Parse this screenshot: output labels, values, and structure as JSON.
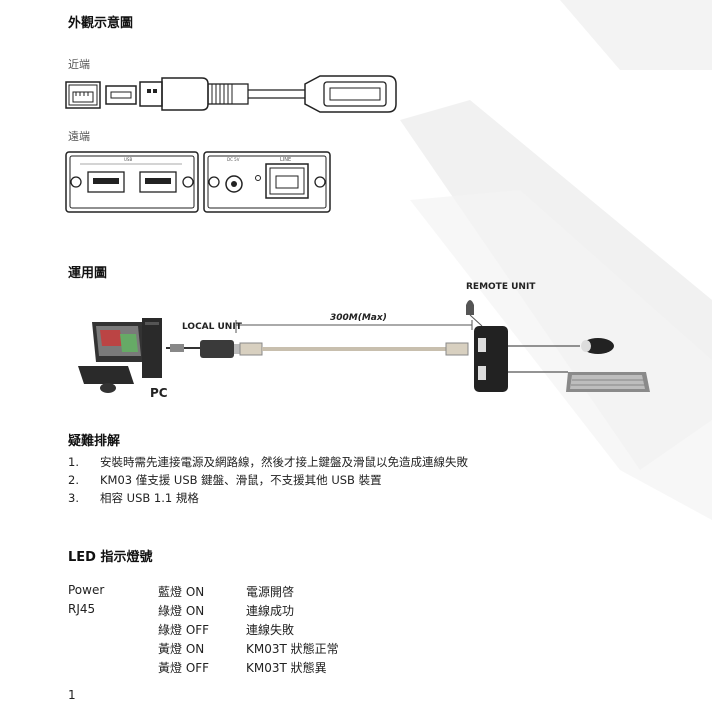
{
  "section_appearance": {
    "title": "外觀示意圖",
    "near_label": "近端",
    "far_label": "遠端",
    "panel_usb_label": "USB",
    "panel_dc_label": "DC 5V",
    "panel_line_label": "LINE"
  },
  "section_application": {
    "title": "運用圖",
    "remote_unit": "REMOTE UNIT",
    "local_unit": "LOCAL UNIT",
    "distance": "300M(Max)",
    "pc": "PC"
  },
  "section_trouble": {
    "title": "疑難排解",
    "items": [
      {
        "num": "1.",
        "text": "安裝時需先連接電源及網路線，然後才接上鍵盤及滑鼠以免造成連線失敗"
      },
      {
        "num": "2.",
        "text": "KM03  僅支援  USB  鍵盤、滑鼠，不支援其他  USB  裝置"
      },
      {
        "num": "3.",
        "text": "相容  USB 1.1  規格"
      }
    ]
  },
  "section_led": {
    "title": "LED 指示燈號",
    "rows": [
      {
        "name": "Power",
        "light": "藍燈  ON",
        "meaning": "電源開啓"
      },
      {
        "name": "RJ45",
        "light": "綠燈  ON",
        "meaning": "連線成功"
      },
      {
        "name": "",
        "light": "綠燈  OFF",
        "meaning": "連線失敗"
      },
      {
        "name": "",
        "light": "黃燈  ON",
        "meaning": "KM03T  狀態正常"
      },
      {
        "name": "",
        "light": "黃燈  OFF",
        "meaning": "KM03T  狀態異"
      }
    ]
  },
  "page_number": "1"
}
